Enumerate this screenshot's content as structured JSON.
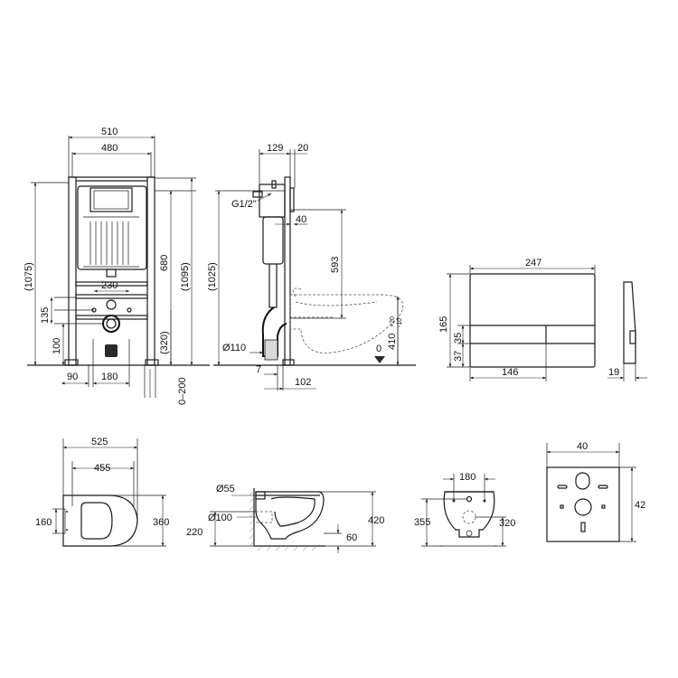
{
  "labels": {
    "frame_w510": "510",
    "frame_w480": "480",
    "frame_h1075": "(1075)",
    "frame_h680": "680",
    "frame_h1095": "(1095)",
    "frame_w230": "230",
    "frame_h135": "135",
    "frame_h100": "100",
    "frame_h320": "(320)",
    "frame_w90": "90",
    "frame_w180": "180",
    "frame_adj": "0–200",
    "side_129": "129",
    "side_20": "20",
    "side_g12": "G1/2\"",
    "side_40": "40",
    "side_1025": "(1025)",
    "side_593": "593",
    "side_d110": "Ø110",
    "side_410": "410",
    "side_410_tol_up": "+20",
    "side_410_tol_dn": "-10",
    "side_zero": "0",
    "side_7": "7",
    "side_102": "102",
    "plate_247": "247",
    "plate_165": "165",
    "plate_35": "35",
    "plate_37": "37",
    "plate_146": "146",
    "plate_19": "19",
    "bowl_525": "525",
    "bowl_455": "455",
    "bowl_160": "160",
    "bowl_360": "360",
    "bside_d55": "Ø55",
    "bside_d100": "Ø100",
    "bside_220": "220",
    "bside_420": "420",
    "bside_60": "60",
    "brear_180": "180",
    "brear_355": "355",
    "brear_320": "320",
    "tpl_40": "40",
    "tpl_42": "42"
  }
}
